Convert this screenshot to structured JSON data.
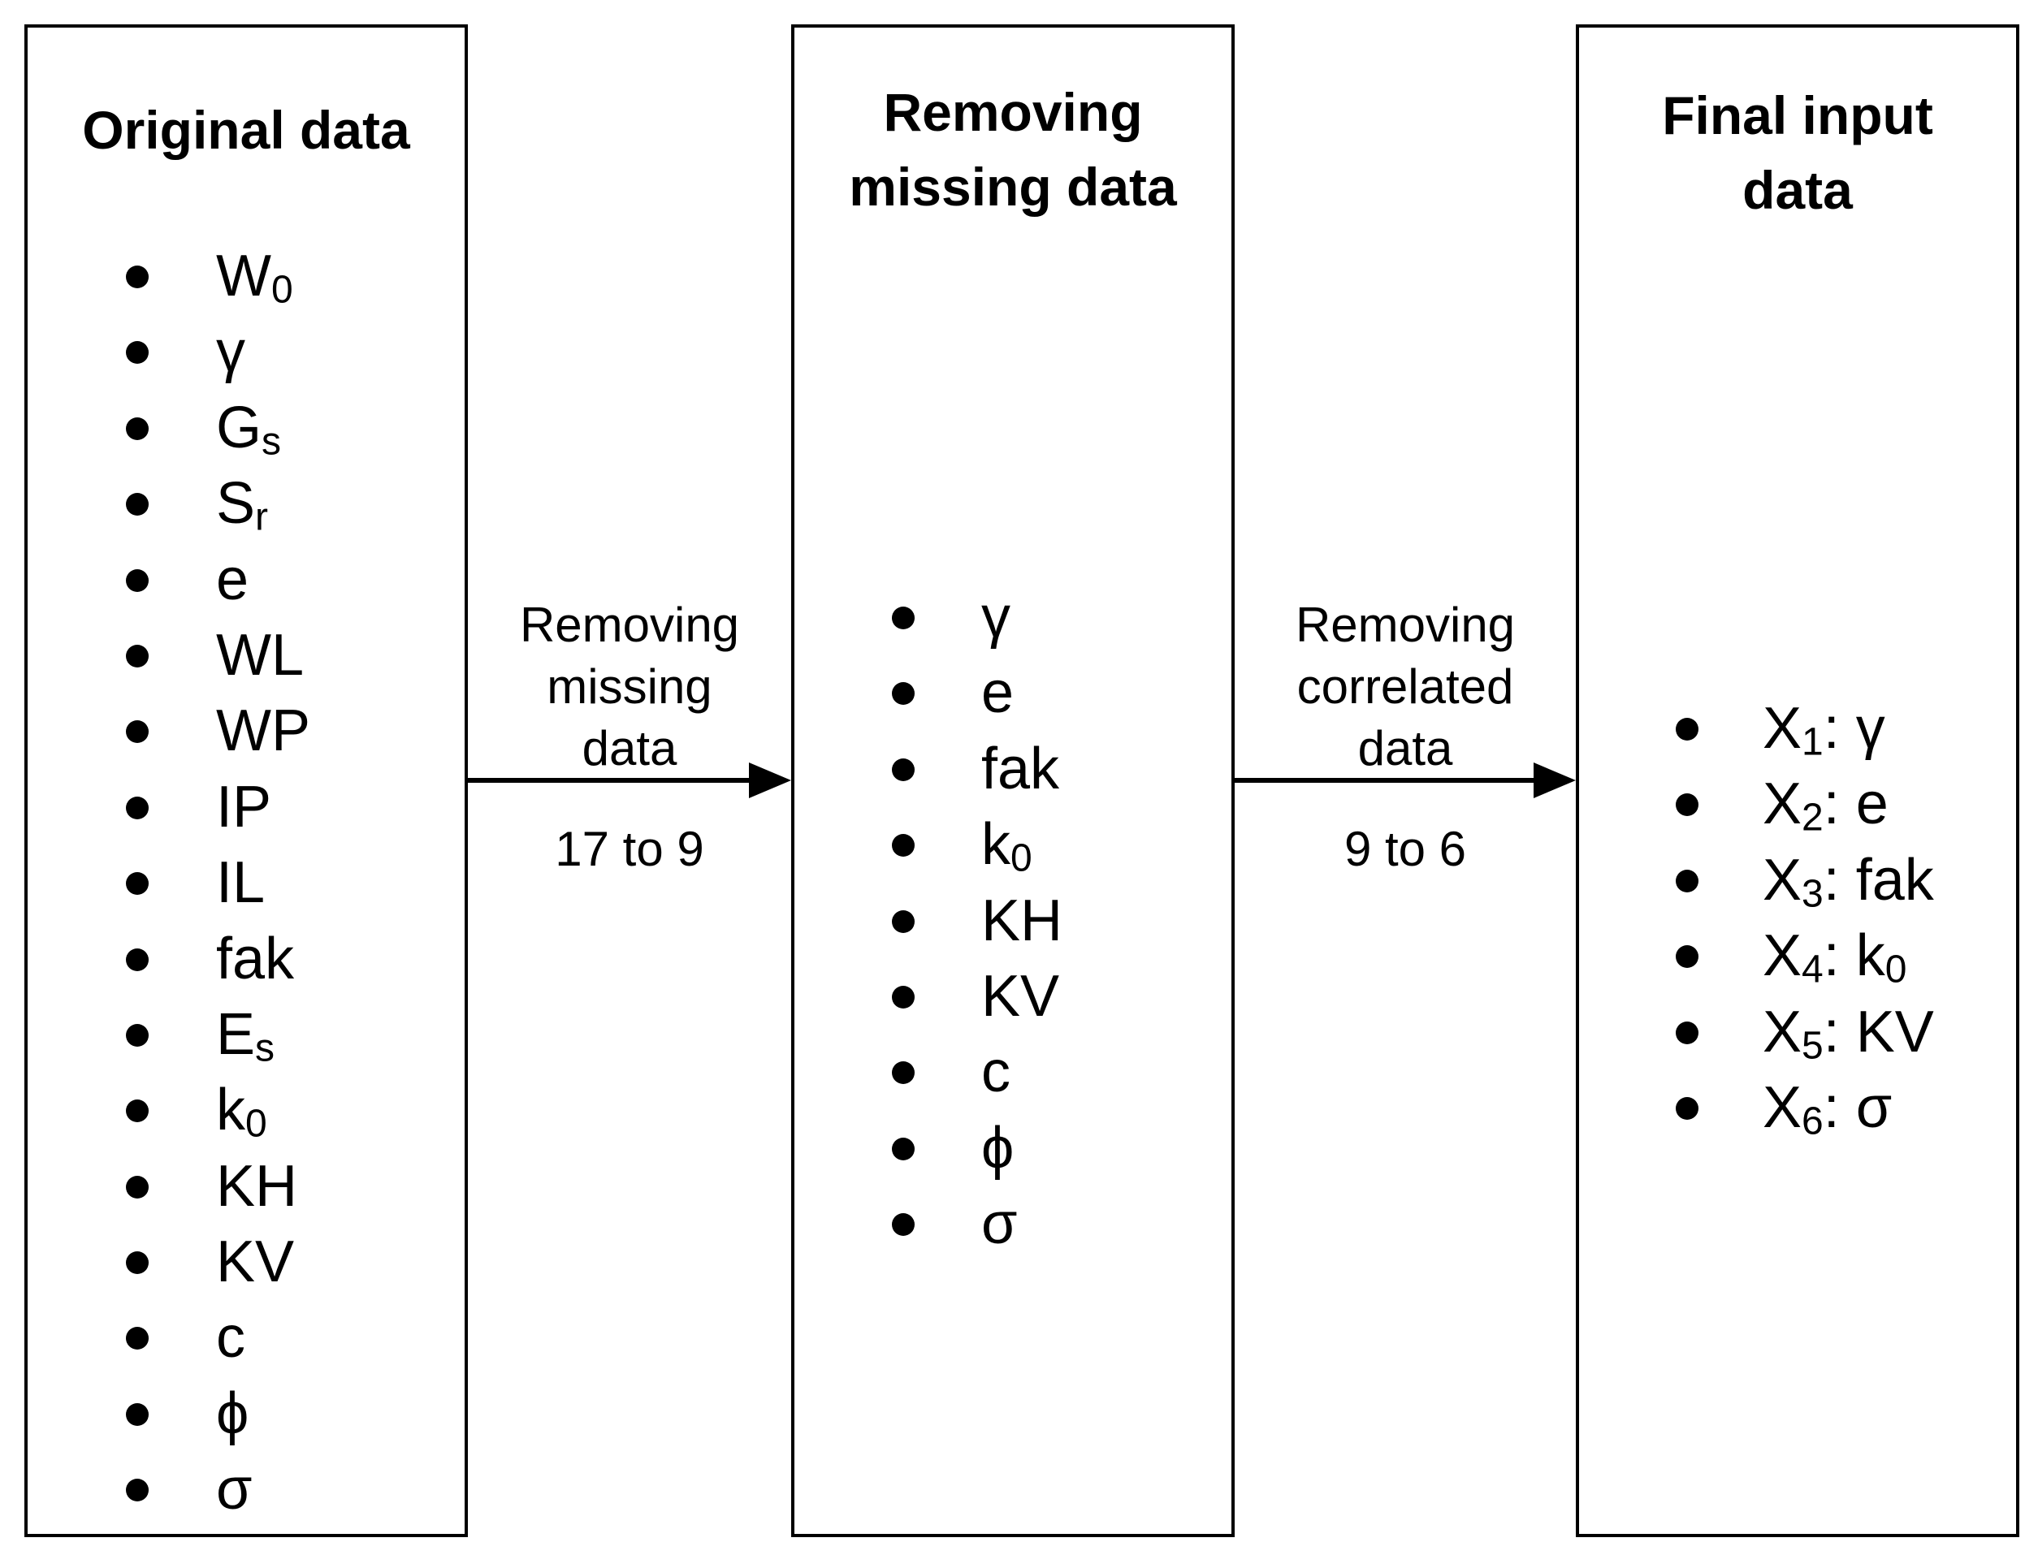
{
  "boxes": [
    {
      "title_lines": [
        "Original data"
      ],
      "items": [
        {
          "base": "W",
          "sub": "0"
        },
        {
          "base": "γ",
          "sub": ""
        },
        {
          "base": "G",
          "sub": "s"
        },
        {
          "base": "S",
          "sub": "r"
        },
        {
          "base": "e",
          "sub": ""
        },
        {
          "base": "WL",
          "sub": ""
        },
        {
          "base": "WP",
          "sub": ""
        },
        {
          "base": "IP",
          "sub": ""
        },
        {
          "base": "IL",
          "sub": ""
        },
        {
          "base": "fak",
          "sub": ""
        },
        {
          "base": "E",
          "sub": "s"
        },
        {
          "base": "k",
          "sub": "0"
        },
        {
          "base": "KH",
          "sub": ""
        },
        {
          "base": "KV",
          "sub": ""
        },
        {
          "base": "c",
          "sub": ""
        },
        {
          "base": "ϕ",
          "sub": ""
        },
        {
          "base": "σ",
          "sub": ""
        }
      ]
    },
    {
      "title_lines": [
        "Removing",
        "missing data"
      ],
      "items": [
        {
          "base": "γ",
          "sub": ""
        },
        {
          "base": "e",
          "sub": ""
        },
        {
          "base": "fak",
          "sub": ""
        },
        {
          "base": "k",
          "sub": "0"
        },
        {
          "base": "KH",
          "sub": ""
        },
        {
          "base": "KV",
          "sub": ""
        },
        {
          "base": "c",
          "sub": ""
        },
        {
          "base": "ϕ",
          "sub": ""
        },
        {
          "base": "σ",
          "sub": ""
        }
      ]
    },
    {
      "title_lines": [
        "Final input",
        "data"
      ],
      "items": [
        {
          "base": "X",
          "sub": "1",
          "rest": ": γ",
          "rest_sub": ""
        },
        {
          "base": "X",
          "sub": "2",
          "rest": ": e",
          "rest_sub": ""
        },
        {
          "base": "X",
          "sub": "3",
          "rest": ": fak",
          "rest_sub": ""
        },
        {
          "base": "X",
          "sub": "4",
          "rest": ": k",
          "rest_sub": "0"
        },
        {
          "base": "X",
          "sub": "5",
          "rest": ": KV",
          "rest_sub": ""
        },
        {
          "base": "X",
          "sub": "6",
          "rest": ": σ",
          "rest_sub": ""
        }
      ]
    }
  ],
  "arrows": [
    {
      "label_lines": [
        "Removing",
        "missing",
        "data"
      ],
      "count": "17 to 9"
    },
    {
      "label_lines": [
        "Removing",
        "correlated",
        "data"
      ],
      "count": "9 to 6"
    }
  ]
}
